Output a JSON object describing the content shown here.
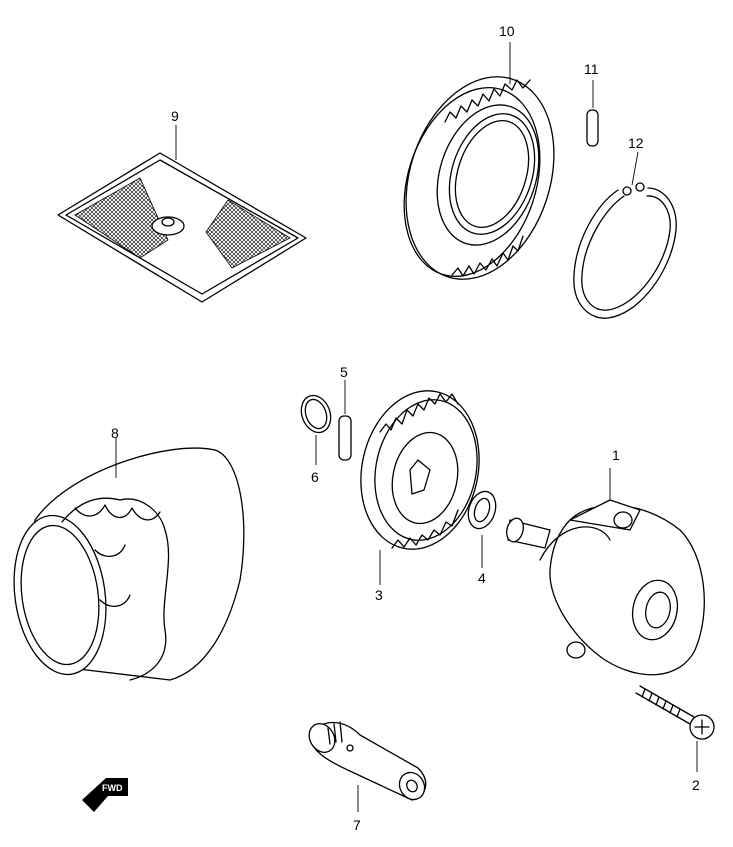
{
  "callouts": {
    "c1": "1",
    "c2": "2",
    "c3": "3",
    "c4": "4",
    "c5": "5",
    "c6": "6",
    "c7": "7",
    "c8": "8",
    "c9": "9",
    "c10": "10",
    "c11": "11",
    "c12": "12"
  },
  "direction_marker": {
    "label": "FWD",
    "icon": "forward-arrow-icon"
  }
}
